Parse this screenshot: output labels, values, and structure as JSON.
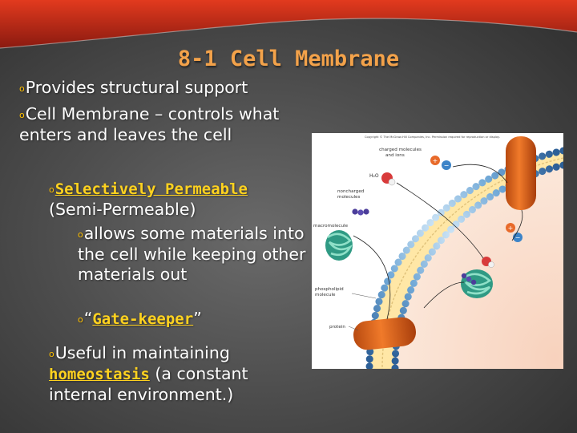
{
  "slide": {
    "title": "8-1 Cell Membrane",
    "bullets": {
      "b1": "Provides structural support",
      "b2": "Cell Membrane – controls what enters and leaves the cell",
      "b3_highlight": "Selectively Permeable",
      "b3_rest": "(Semi-Permeable)",
      "b4": "allows some materials into the cell while keeping other materials out",
      "b5_open": "“",
      "b5_highlight": "Gate-keeper",
      "b5_close": "”",
      "b6_start": "Useful in maintaining",
      "b6_highlight": "homeostasis",
      "b6_end": "(a constant internal environment.)"
    },
    "bullet_glyph": "o",
    "colors": {
      "title": "#f3a24a",
      "highlight": "#ffd21f",
      "bullet": "#ffc000"
    }
  },
  "figure": {
    "copyright": "Copyright © The McGraw-Hill Companies, Inc. Permission required for reproduction or display.",
    "labels": {
      "charged": "charged molecules",
      "ions": "and ions",
      "h2o": "H₂O",
      "noncharged1": "noncharged",
      "noncharged2": "molecules",
      "macromolecule": "macromolecule",
      "phospholipid1": "phospholipid",
      "phospholipid2": "molecule",
      "protein": "protein"
    },
    "ion_plus": "+",
    "ion_minus": "−"
  }
}
